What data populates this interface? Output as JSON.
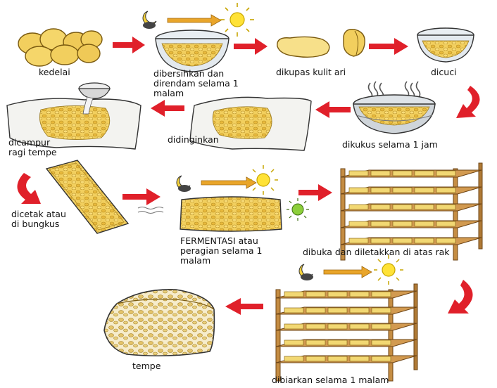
{
  "steps": [
    {
      "id": "kedelai",
      "lines": [
        "kedelai"
      ]
    },
    {
      "id": "dibersihkan",
      "lines": [
        "dibersihkan dan",
        "direndam selama 1",
        "malam"
      ]
    },
    {
      "id": "dikupas",
      "lines": [
        "dikupas kulit ari"
      ]
    },
    {
      "id": "dicuci",
      "lines": [
        "dicuci"
      ]
    },
    {
      "id": "dikukus",
      "lines": [
        "dikukus selama 1 jam"
      ]
    },
    {
      "id": "didinginkan",
      "lines": [
        "didinginkan"
      ]
    },
    {
      "id": "dicampur",
      "lines": [
        "dicampur",
        "ragi tempe"
      ]
    },
    {
      "id": "dicetak",
      "lines": [
        "dicetak atau",
        "di bungkus"
      ]
    },
    {
      "id": "fermentasi",
      "lines": [
        "FERMENTASI atau",
        "peragian selama 1",
        "malam"
      ]
    },
    {
      "id": "dibuka",
      "lines": [
        "dibuka dan diletakkan  di atas rak"
      ]
    },
    {
      "id": "dibiarkan",
      "lines": [
        "dibiarkan selama 1 malam"
      ]
    },
    {
      "id": "tempe",
      "lines": [
        "tempe"
      ]
    }
  ],
  "colors": {
    "arrow": "#e0202a",
    "soy": "#f2cf5e",
    "soy_dark": "#c9a02c",
    "wood": "#c58d43",
    "wood_dark": "#7a4e1c",
    "sun": "#ffe236",
    "moon": "#f5d23a",
    "sky_arrow": "#e9a52a",
    "mold": "#8ccf3a"
  },
  "icons": [
    "moon-cloud-icon",
    "sun-icon",
    "time-arrow-icon",
    "mold-spore-icon",
    "steam-icon"
  ]
}
